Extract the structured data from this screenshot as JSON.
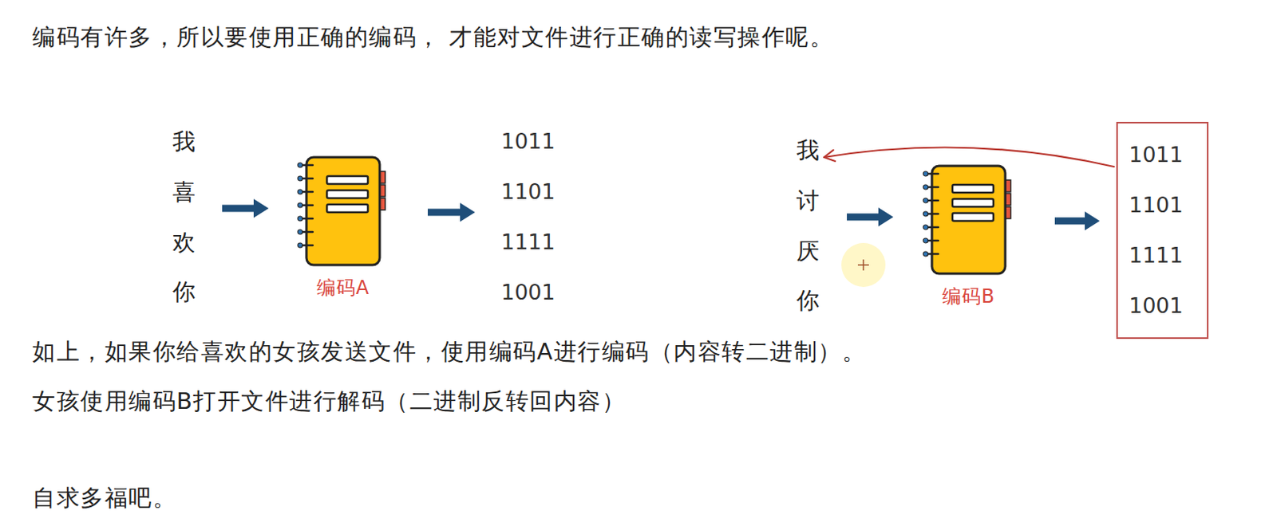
{
  "diagram": {
    "nodes": [
      {
        "text": [
          "我喜欢你"
        ]
      },
      {
        "text": [
          "编码A"
        ]
      },
      {
        "text": [
          "1011 1101 1111 1001"
        ]
      },
      {
        "text": [
          "我讨厌你"
        ]
      },
      {
        "text": [
          "编码B"
        ]
      },
      {
        "text": [
          "1011 1101 1111 1001"
        ]
      }
    ],
    "edges": [
      {
        "from": 0,
        "to": 1,
        "arrow": "to"
      },
      {
        "from": 1,
        "to": 2,
        "arrow": "to"
      },
      {
        "from": 3,
        "to": 4,
        "arrow": "to"
      },
      {
        "from": 4,
        "to": 5,
        "arrow": "to"
      },
      {
        "from": 5,
        "to": 3,
        "arrow": "to"
      }
    ],
    "labels": [
      "编码有许多，所以要使用正确的编码， 才能对文件进行正确的读写操作呢。",
      "如上，如果你给喜欢的女孩发送文件，使用编码A进行编码（内容转二进制）。",
      "女孩使用编码B打开文件进行解码（二进制反转回内容）",
      "自求多福吧。"
    ]
  }
}
